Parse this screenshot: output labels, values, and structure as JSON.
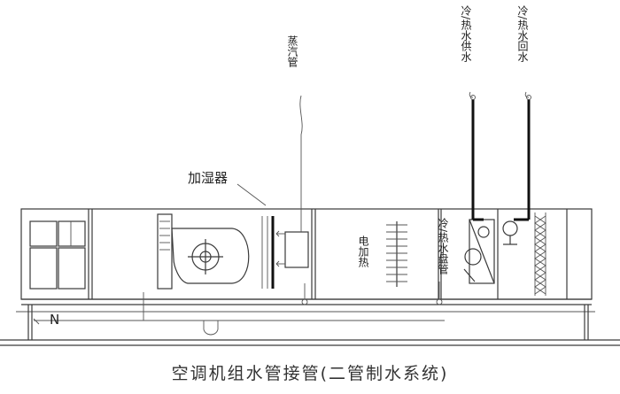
{
  "labels": {
    "steam_pipe": "蒸汽管",
    "chw_supply": "冷/热水供水",
    "chw_return": "冷/热水回水",
    "humidifier": "加湿器",
    "electric_heater": "电加热",
    "coil": "冷/热水盘管",
    "drain_mark": "N"
  },
  "caption": "空调机组水管接管(二管制水系统)"
}
